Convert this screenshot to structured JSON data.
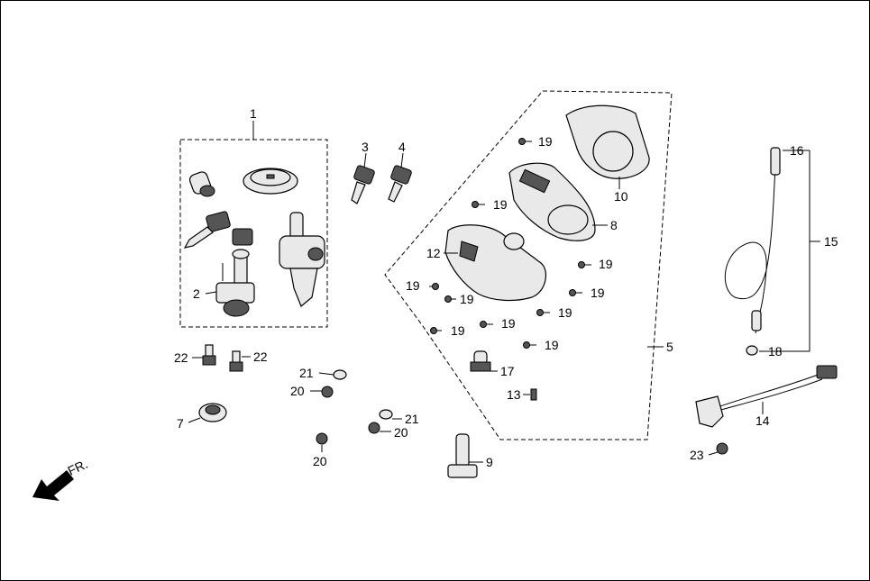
{
  "diagram": {
    "direction_label": "FR.",
    "callouts": [
      {
        "id": "c1",
        "text": "1"
      },
      {
        "id": "c2",
        "text": "2"
      },
      {
        "id": "c3",
        "text": "3"
      },
      {
        "id": "c4",
        "text": "4"
      },
      {
        "id": "c5",
        "text": "5"
      },
      {
        "id": "c7",
        "text": "7"
      },
      {
        "id": "c8",
        "text": "8"
      },
      {
        "id": "c9",
        "text": "9"
      },
      {
        "id": "c10",
        "text": "10"
      },
      {
        "id": "c12",
        "text": "12"
      },
      {
        "id": "c13",
        "text": "13"
      },
      {
        "id": "c14",
        "text": "14"
      },
      {
        "id": "c15",
        "text": "15"
      },
      {
        "id": "c16",
        "text": "16"
      },
      {
        "id": "c17",
        "text": "17"
      },
      {
        "id": "c18",
        "text": "18"
      },
      {
        "id": "c19a",
        "text": "19"
      },
      {
        "id": "c19b",
        "text": "19"
      },
      {
        "id": "c19c",
        "text": "19"
      },
      {
        "id": "c19d",
        "text": "19"
      },
      {
        "id": "c19e",
        "text": "19"
      },
      {
        "id": "c19f",
        "text": "19"
      },
      {
        "id": "c19g",
        "text": "19"
      },
      {
        "id": "c19h",
        "text": "19"
      },
      {
        "id": "c19i",
        "text": "19"
      },
      {
        "id": "c19j",
        "text": "19"
      },
      {
        "id": "c20a",
        "text": "20"
      },
      {
        "id": "c20b",
        "text": "20"
      },
      {
        "id": "c20c",
        "text": "20"
      },
      {
        "id": "c21a",
        "text": "21"
      },
      {
        "id": "c21b",
        "text": "21"
      },
      {
        "id": "c22a",
        "text": "22"
      },
      {
        "id": "c22b",
        "text": "22"
      },
      {
        "id": "c23",
        "text": "23"
      }
    ]
  }
}
